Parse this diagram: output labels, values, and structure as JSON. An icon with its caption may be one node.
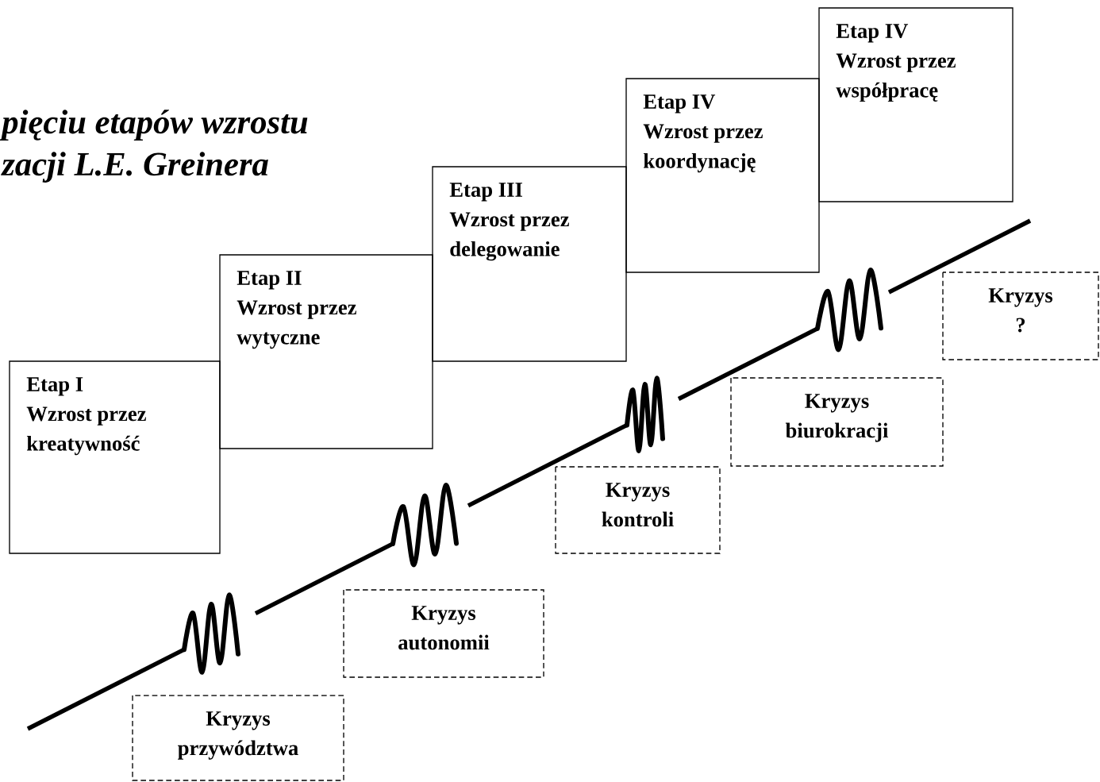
{
  "diagram": {
    "nodes": [
      {
        "text": [
          "Etap I",
          "Wzrost przez kreatywność"
        ]
      },
      {
        "text": [
          "Etap II",
          "Wzrost przez wytyczne"
        ]
      },
      {
        "text": [
          "Etap III",
          "Wzrost przez delegowanie"
        ]
      },
      {
        "text": [
          "Etap IV",
          "Wzrost przez koordynację"
        ]
      },
      {
        "text": [
          "Etap IV",
          "Wzrost przez współpracę"
        ]
      },
      {
        "text": [
          "Kryzys",
          "przywództwa"
        ]
      },
      {
        "text": [
          "Kryzys",
          "autonomii"
        ]
      },
      {
        "text": [
          "Kryzys",
          "kontroli"
        ]
      },
      {
        "text": [
          "Kryzys",
          "biurokracji"
        ]
      },
      {
        "text": [
          "Kryzys",
          "?"
        ]
      }
    ],
    "labels": [
      "pięciu etapów wzrostu",
      "zacji L.E. Greinera"
    ]
  }
}
